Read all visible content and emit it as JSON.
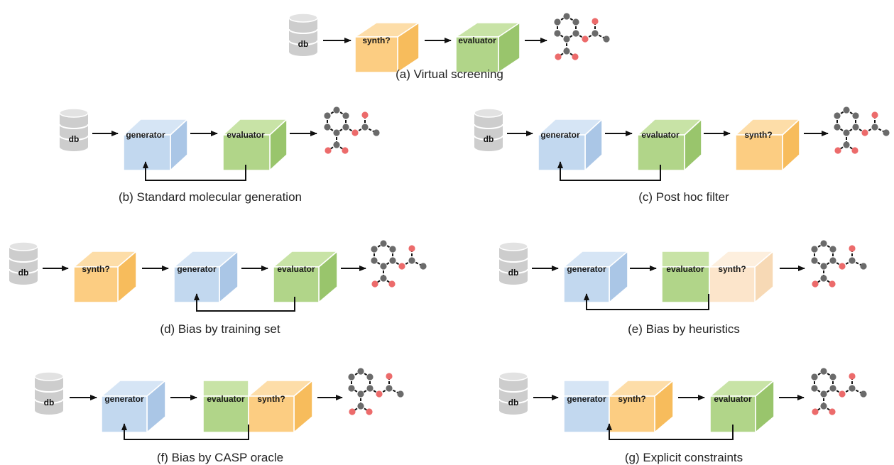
{
  "colors": {
    "blue": {
      "front": "#c2d8ef",
      "top": "#d6e5f5",
      "side": "#aac6e6"
    },
    "green": {
      "front": "#b1d589",
      "top": "#c8e3a6",
      "side": "#99c56c"
    },
    "orange": {
      "front": "#fccd82",
      "top": "#fddda8",
      "side": "#f7bc5c"
    },
    "peach": {
      "front": "#fce5cb",
      "top": "#fdefde",
      "side": "#f7d9b5"
    },
    "db": "#cdcdcd",
    "atom_gray": "#6b6b6b",
    "atom_red": "#ec6b6b",
    "arrow": "#111111"
  },
  "icons": {
    "database": "database-cylinder-icon",
    "molecule": "molecule-icon"
  },
  "labels": {
    "db": "db",
    "generator": "generator",
    "evaluator": "evaluator",
    "synth": "synth?"
  },
  "panels": [
    {
      "id": "a",
      "caption": "(a) Virtual screening",
      "pipeline": [
        "database",
        "synth?",
        "evaluator",
        "molecule"
      ],
      "feedback_loop": false
    },
    {
      "id": "b",
      "caption": "(b) Standard molecular generation",
      "pipeline": [
        "database",
        "generator",
        "evaluator",
        "molecule"
      ],
      "feedback_loop": true
    },
    {
      "id": "c",
      "caption": "(c) Post hoc filter",
      "pipeline": [
        "database",
        "generator",
        "evaluator",
        "synth?",
        "molecule"
      ],
      "feedback_loop": true
    },
    {
      "id": "d",
      "caption": "(d) Bias by training set",
      "pipeline": [
        "database",
        "synth?",
        "generator",
        "evaluator",
        "molecule"
      ],
      "feedback_loop": true
    },
    {
      "id": "e",
      "caption": "(e) Bias by heuristics",
      "pipeline": [
        "database",
        "generator",
        "evaluator + synth? (faded)",
        "molecule"
      ],
      "feedback_loop": true
    },
    {
      "id": "f",
      "caption": "(f) Bias by CASP oracle",
      "pipeline": [
        "database",
        "generator",
        "evaluator + synth?",
        "molecule"
      ],
      "feedback_loop": true
    },
    {
      "id": "g",
      "caption": "(g) Explicit constraints",
      "pipeline": [
        "database",
        "generator + synth?",
        "evaluator",
        "molecule"
      ],
      "feedback_loop": true
    }
  ]
}
